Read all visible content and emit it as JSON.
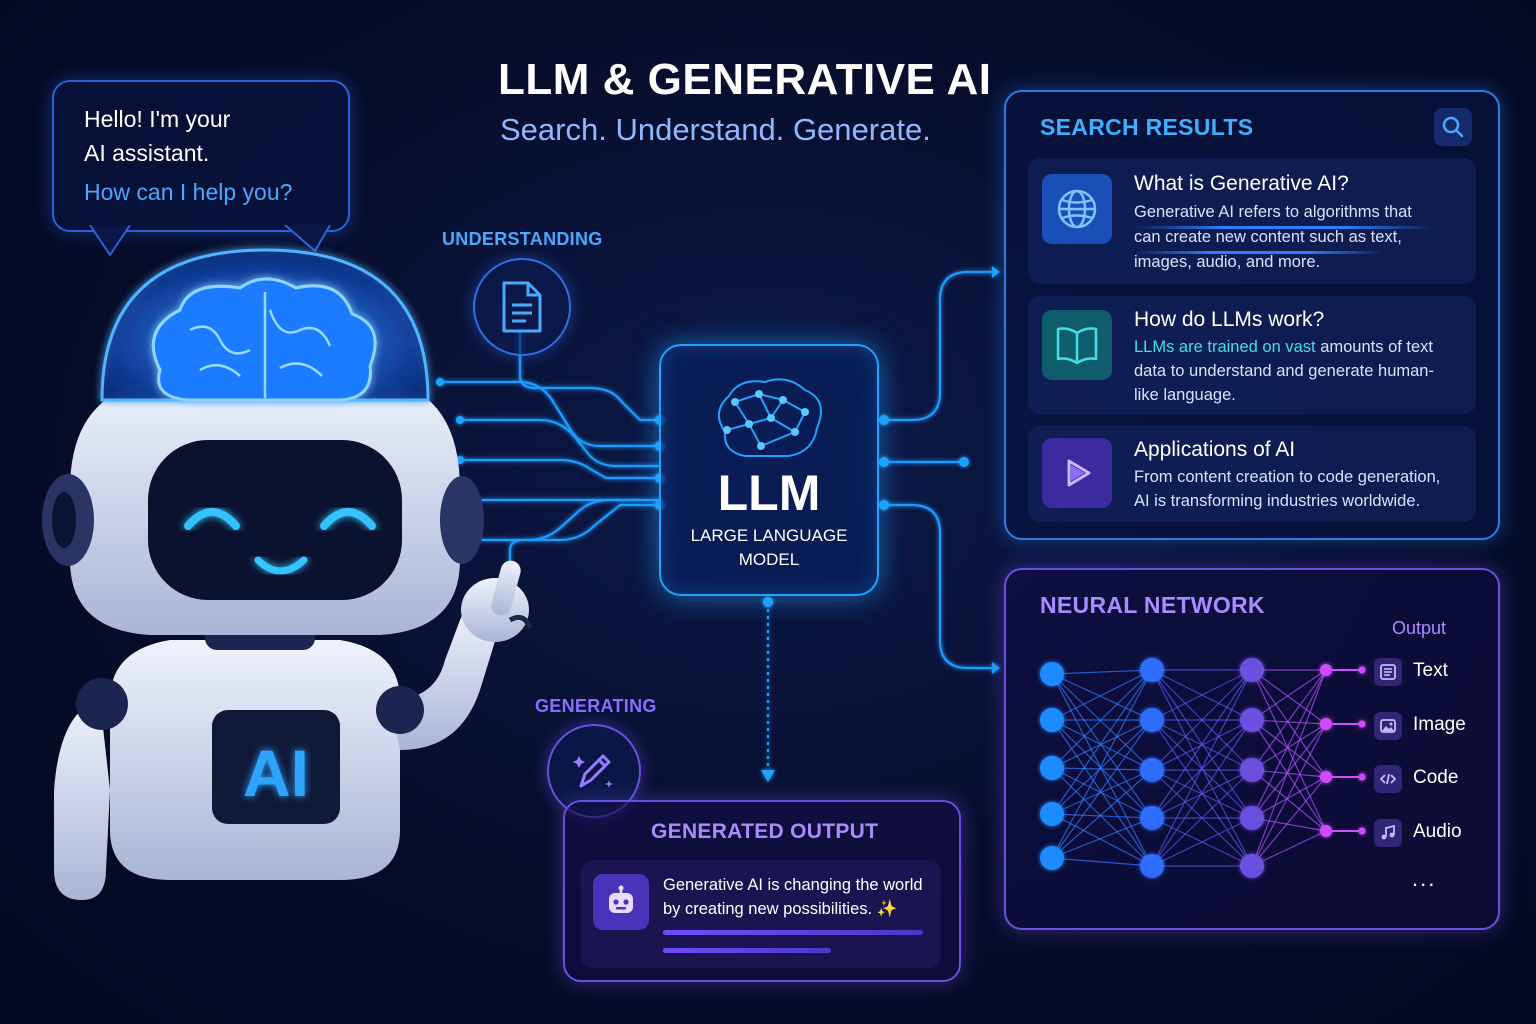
{
  "header": {
    "title": "LLM & GENERATIVE AI",
    "subtitle": "Search. Understand. Generate."
  },
  "bubble": {
    "line1": "Hello! I'm your",
    "line2": "AI assistant.",
    "line3": "How can I help you?"
  },
  "robot": {
    "chest_label": "AI"
  },
  "labels": {
    "understanding": "UNDERSTANDING",
    "generating": "GENERATING"
  },
  "llm": {
    "title": "LLM",
    "subtitle_line1": "LARGE LANGUAGE",
    "subtitle_line2": "MODEL"
  },
  "search_results": {
    "title": "SEARCH RESULTS",
    "search_icon": "search-icon",
    "items": [
      {
        "icon": "globe-icon",
        "title": "What is Generative AI?",
        "lines": [
          "Generative AI refers to algorithms that",
          "can create new content such as text,",
          "images, audio, and more."
        ]
      },
      {
        "icon": "book-icon",
        "title": "How do LLMs work?",
        "highlight": "LLMs are trained on vast",
        "line1_rest": " amounts of text",
        "lines": [
          "data to understand and generate human-",
          "like language."
        ]
      },
      {
        "icon": "play-icon",
        "title": "Applications of AI",
        "lines": [
          "From content creation to code generation,",
          "AI is transforming industries worldwide."
        ]
      }
    ]
  },
  "neural_network": {
    "title": "NEURAL NETWORK",
    "output_label": "Output",
    "outputs": [
      {
        "icon": "text-icon",
        "label": "Text"
      },
      {
        "icon": "image-icon",
        "label": "Image"
      },
      {
        "icon": "code-icon",
        "label": "Code"
      },
      {
        "icon": "music-icon",
        "label": "Audio"
      }
    ],
    "more": "..."
  },
  "generated_output": {
    "title": "GENERATED OUTPUT",
    "icon": "robot-icon",
    "line1": "Generative AI is changing the world",
    "line2": "by creating new possibilities. ✨"
  },
  "colors": {
    "background": "#070d2b",
    "accent_blue": "#1fa3ff",
    "accent_cyan": "#3fe0e6",
    "accent_purple": "#6a4fe0",
    "label_blue": "#4aa8ff",
    "label_purple": "#8a6cff"
  }
}
